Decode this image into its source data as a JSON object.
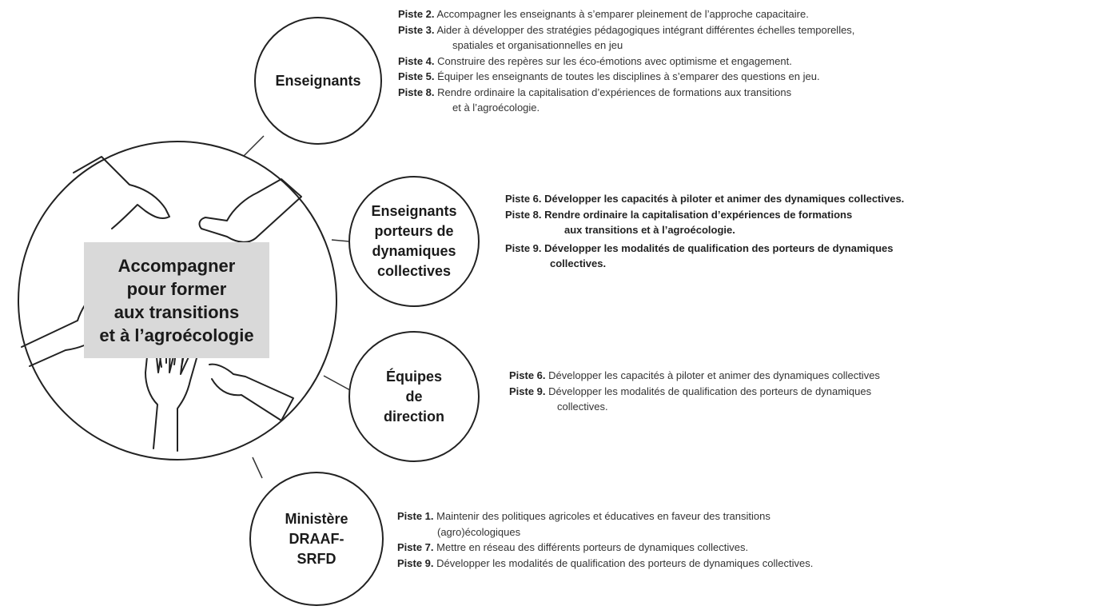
{
  "center": {
    "label_lines": [
      "Accompagner",
      "pour former",
      "aux transitions",
      "et à l’agroécologie"
    ]
  },
  "nodes": {
    "enseignants": "Enseignants",
    "porteurs": "Enseignants\nporteurs de\ndynamiques\ncollectives",
    "direction": "Équipes\nde\ndirection",
    "ministere": "Ministère\nDRAAF-\nSRFD"
  },
  "groups": {
    "enseignants": [
      {
        "label": "Piste 2.",
        "line1": "Accompagner les enseignants à s’emparer pleinement de l’approche capacitaire.",
        "line2": ""
      },
      {
        "label": "Piste 3.",
        "line1": "Aider à développer des stratégies pédagogiques intégrant différentes échelles temporelles,",
        "line2": "spatiales et organisationnelles en jeu"
      },
      {
        "label": "Piste 4.",
        "line1": "Construire des repères sur les éco-émotions avec optimisme et engagement.",
        "line2": ""
      },
      {
        "label": "Piste 5.",
        "line1": "Équiper les enseignants de toutes les disciplines à s’emparer des questions en jeu.",
        "line2": ""
      },
      {
        "label": "Piste 8.",
        "line1": "Rendre ordinaire la capitalisation d’expériences de formations aux transitions",
        "line2": "et à l’agroécologie."
      }
    ],
    "porteurs": [
      {
        "label": "Piste 6.",
        "line1": "Développer les capacités à piloter et animer des dynamiques collectives.",
        "line2": ""
      },
      {
        "label": "Piste 8.",
        "line1": "Rendre ordinaire la capitalisation d’expériences de formations",
        "line2": "aux transitions et à l’agroécologie."
      },
      {
        "label": "Piste 9.",
        "line1": "Développer les modalités de qualification des porteurs de dynamiques",
        "line2": "collectives."
      }
    ],
    "direction": [
      {
        "label": "Piste 6.",
        "line1": "Développer les capacités à piloter et animer des dynamiques collectives",
        "line2": ""
      },
      {
        "label": "Piste 9.",
        "line1": "Développer les modalités de qualification des porteurs de dynamiques",
        "line2": "collectives."
      }
    ],
    "ministere": [
      {
        "label": "Piste 1.",
        "line1": "Maintenir des politiques agricoles et éducatives en faveur des transitions",
        "line2": "(agro)écologiques"
      },
      {
        "label": "Piste 7.",
        "line1": "Mettre en réseau des différents porteurs de dynamiques collectives.",
        "line2": ""
      },
      {
        "label": "Piste 9.",
        "line1": "Développer les modalités de qualification des porteurs de dynamiques collectives.",
        "line2": ""
      }
    ]
  }
}
